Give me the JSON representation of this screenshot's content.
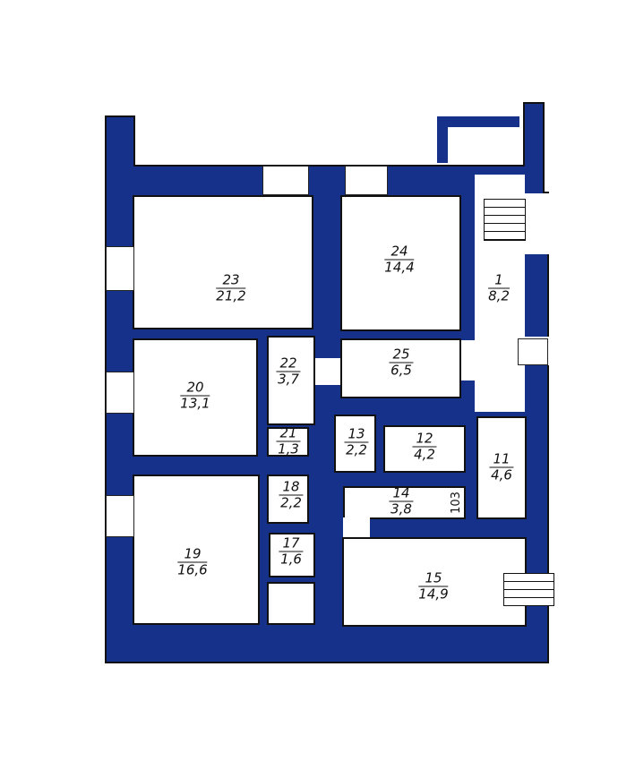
{
  "colors": {
    "wall": "#15318a",
    "background": "#ffffff"
  },
  "rooms": [
    {
      "number": "23",
      "area": "21,2"
    },
    {
      "number": "24",
      "area": "14,4"
    },
    {
      "number": "1",
      "area": "8,2"
    },
    {
      "number": "22",
      "area": "3,7"
    },
    {
      "number": "25",
      "area": "6,5"
    },
    {
      "number": "20",
      "area": "13,1"
    },
    {
      "number": "21",
      "area": "1,3"
    },
    {
      "number": "13",
      "area": "2,2"
    },
    {
      "number": "12",
      "area": "4,2"
    },
    {
      "number": "11",
      "area": "4,6"
    },
    {
      "number": "18",
      "area": "2,2"
    },
    {
      "number": "14",
      "area": "3,8"
    },
    {
      "number": "19",
      "area": "16,6"
    },
    {
      "number": "17",
      "area": "1,6"
    },
    {
      "number": "15",
      "area": "14,9"
    }
  ],
  "dimension_label": "103"
}
